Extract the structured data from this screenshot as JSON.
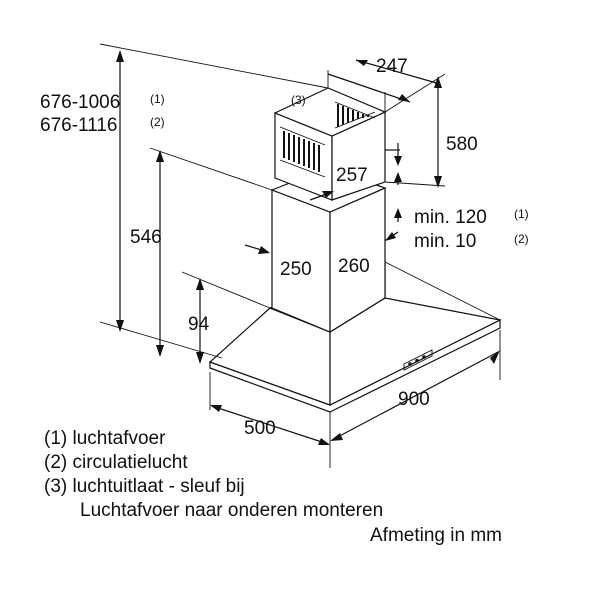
{
  "dimensions": {
    "total_height_1": "676-1006",
    "total_height_1_note": "(1)",
    "total_height_2": "676-1116",
    "total_height_2_note": "(2)",
    "chimney_label_note": "(3)",
    "top_width": "247",
    "upper_chimney_height": "580",
    "upper_chimney_depth": "257",
    "lower_chimney_height": "546",
    "lower_chimney_width": "250",
    "lower_chimney_depth": "260",
    "gap_min_1": "min. 120",
    "gap_min_1_note": "(1)",
    "gap_min_2": "min. 10",
    "gap_min_2_note": "(2)",
    "canopy_height": "94",
    "hood_depth": "500",
    "hood_width": "900"
  },
  "legend": {
    "item1": "(1) luchtafvoer",
    "item2": "(2) circulatielucht",
    "item3": "(3) luchtuitlaat - sleuf bij",
    "item3_cont": "Luchtafvoer naar onderen monteren",
    "unit_note": "Afmeting in mm"
  }
}
